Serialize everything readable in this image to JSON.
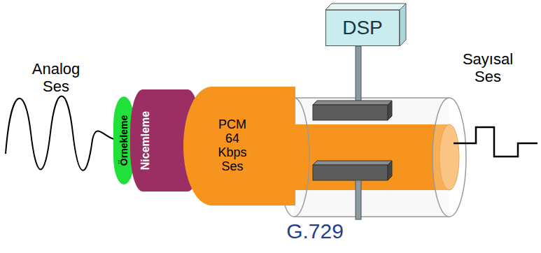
{
  "diagram": {
    "nodes": [
      {
        "text": [
          "Örnekleme"
        ]
      },
      {
        "text": [
          "Nicemleme"
        ]
      },
      {
        "text": [
          "PCM 64 Kbps Ses"
        ]
      },
      {
        "text": [
          "DSP"
        ]
      }
    ],
    "labels": [
      "Analog Ses",
      "Sayısal Ses",
      "G.729"
    ]
  }
}
